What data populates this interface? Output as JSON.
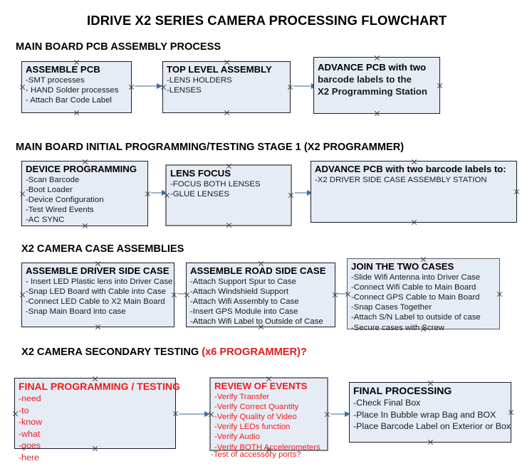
{
  "document": {
    "title": "IDRIVE X2  SERIES CAMERA PROCESSING FLOWCHART"
  },
  "sections": [
    {
      "heading": "MAIN BOARD PCB ASSEMBLY PROCESS",
      "heading_accent": "",
      "nodes": [
        {
          "title": "ASSEMBLE PCB",
          "lines": [
            "-SMT processes",
            "- HAND Solder processes",
            "- Attach Bar Code Label"
          ]
        },
        {
          "title": "TOP LEVEL ASSEMBLY",
          "lines": [
            "-LENS HOLDERS",
            "-LENSES"
          ]
        },
        {
          "title": "ADVANCE PCB with two",
          "lines": [
            "barcode labels to the",
            " X2 Programming Station"
          ]
        }
      ]
    },
    {
      "heading": "MAIN BOARD INITIAL PROGRAMMING/TESTING STAGE 1 (X2 PROGRAMMER)",
      "heading_accent": "",
      "nodes": [
        {
          "title": "DEVICE PROGRAMMING",
          "lines": [
            "-Scan Barcode",
            "-Boot Loader",
            "-Device Configuration",
            "-Test Wired Events",
            "-AC SYNC"
          ]
        },
        {
          "title": "LENS FOCUS",
          "lines": [
            "-FOCUS BOTH LENSES",
            "-GLUE LENSES"
          ]
        },
        {
          "title": "ADVANCE PCB with two barcode labels to:",
          "lines": [
            "-X2 DRIVER  SIDE  CASE  ASSEMBLY STATION"
          ]
        }
      ]
    },
    {
      "heading": "X2 CAMERA CASE ASSEMBLIES",
      "heading_accent": "",
      "nodes": [
        {
          "title": "ASSEMBLE DRIVER SIDE CASE",
          "lines": [
            "- Insert LED Plastic lens into Driver Case",
            "-Snap LED Board with Cable into Case",
            "-Connect LED Cable to X2 Main Board",
            "-Snap Main Board into case"
          ]
        },
        {
          "title": "ASSEMBLE ROAD SIDE CASE",
          "lines": [
            "-Attach Support Spur to Case",
            "-Attach Windshield Support",
            "-Attach Wifi Assembly to Case",
            "-Insert GPS Module into Case",
            "-Attach Wifi Label to Outside of Case"
          ]
        },
        {
          "title": "JOIN THE TWO CASES",
          "lines": [
            "-Slide Wifi Antenna into Driver Case",
            "-Connect Wifi Cable to Main Board",
            "-Connect GPS Cable to Main Board",
            "-Snap Cases Together",
            "-Attach S/N Label to outside of case",
            "-Secure cases with Screw"
          ]
        }
      ]
    },
    {
      "heading": "X2 CAMERA SECONDARY TESTING ",
      "heading_accent": "(x6 PROGRAMMER)?",
      "nodes": [
        {
          "title": "FINAL PROGRAMMING / TESTING",
          "lines": [
            "-need",
            "-to",
            "-know",
            "-what",
            "-goes",
            "-here"
          ]
        },
        {
          "title": "REVIEW OF EVENTS",
          "lines": [
            "-Verify Transfer",
            "-Verify Correct Quantity",
            "-Verify Quality of Video",
            "-Verify LEDs function",
            "-Verify Audio",
            "-Verify BOTH Accelerometers"
          ],
          "overflow_line": "-Test of accessory ports?"
        },
        {
          "title": "FINAL PROCESSING",
          "lines": [
            " -Check Final Box",
            "-Place In Bubble wrap Bag and BOX",
            "-Place Barcode Label on Exterior or Box"
          ]
        }
      ]
    }
  ],
  "colors": {
    "node_fill": "#e6ecf5",
    "node_border": "#1b1b2e",
    "accent_red": "#ee1c1c",
    "connector_line": "#9bb4cc",
    "connector_head": "#3c6fa8"
  }
}
